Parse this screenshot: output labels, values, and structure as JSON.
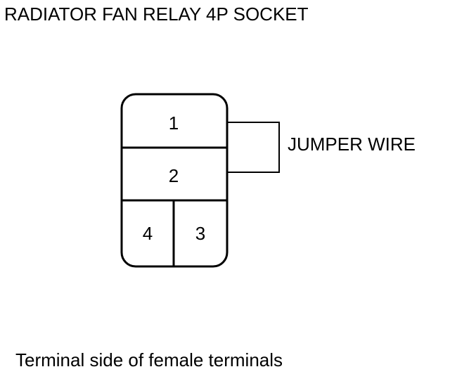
{
  "title": "RADIATOR FAN RELAY 4P SOCKET",
  "connector": {
    "terminals": {
      "t1": "1",
      "t2": "2",
      "t3": "3",
      "t4": "4"
    },
    "jumper_label": "JUMPER WIRE"
  },
  "caption": "Terminal side of female terminals"
}
